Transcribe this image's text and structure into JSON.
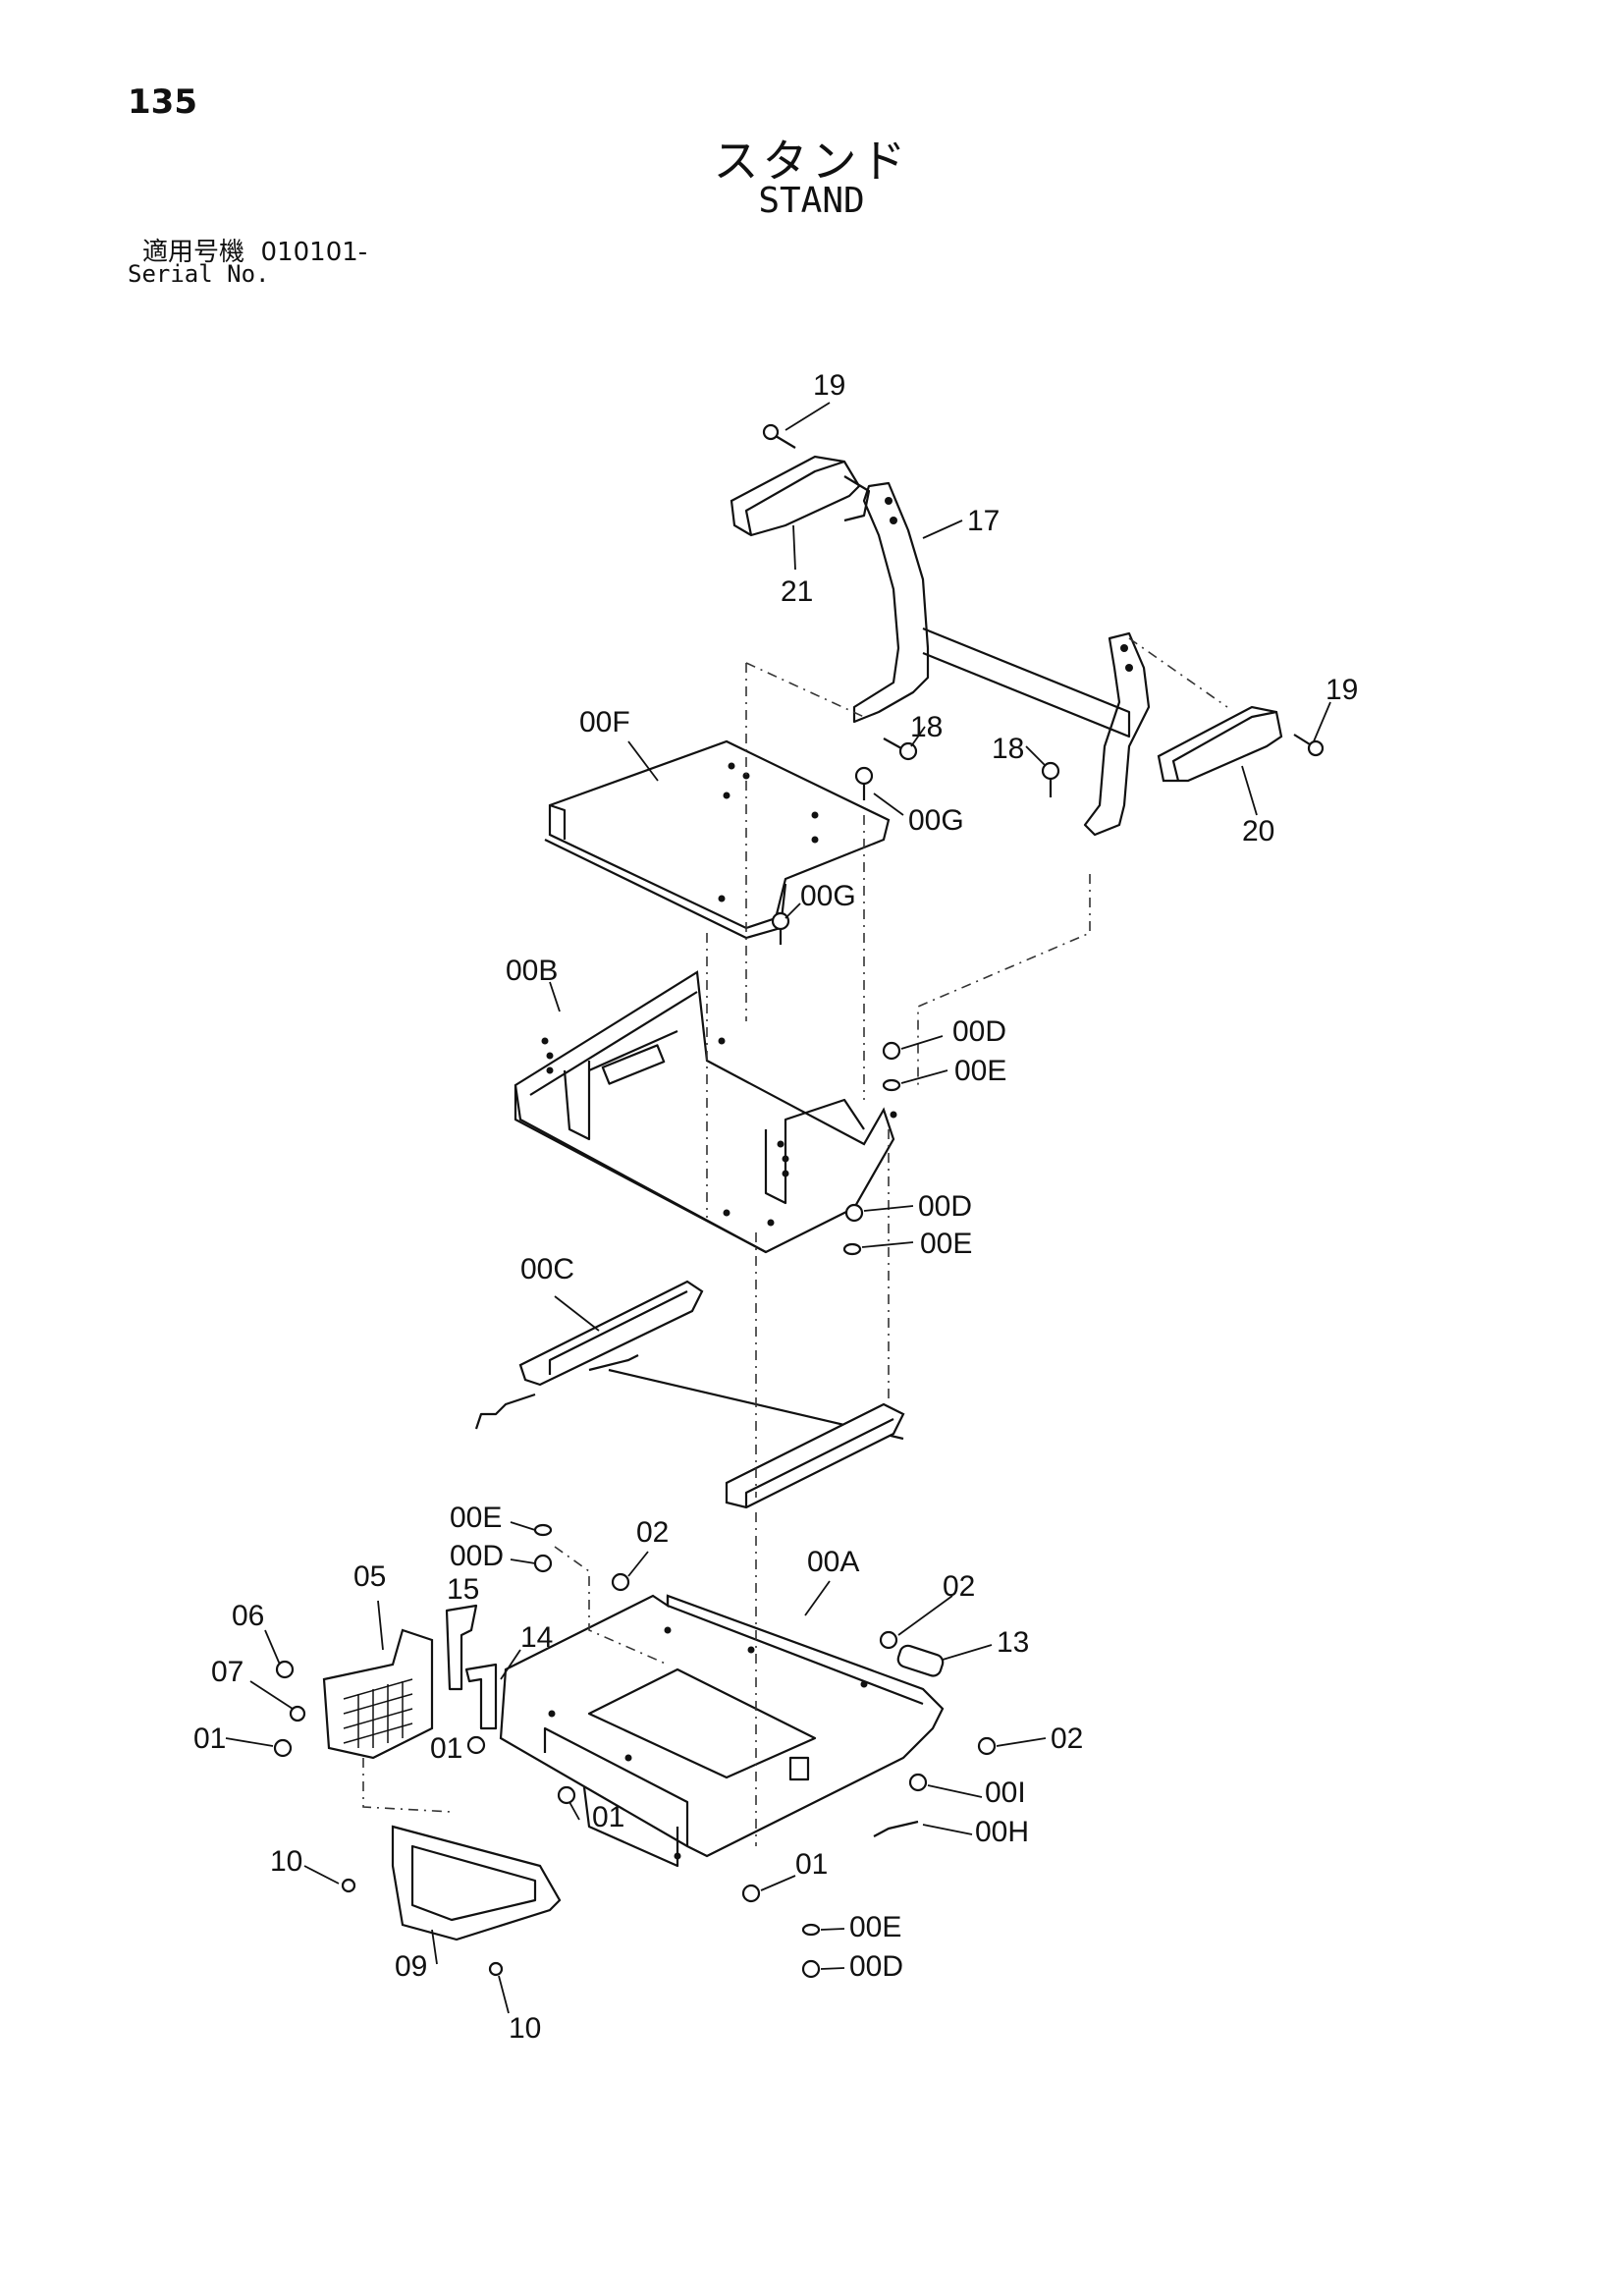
{
  "page_number": "135",
  "title_jp": "スタンド",
  "title_en": "STAND",
  "serial": {
    "label_jp": "適用号機",
    "value": "010101-",
    "label_en": "Serial No."
  },
  "callouts": {
    "c19a": "19",
    "c17": "17",
    "c21": "21",
    "c19b": "19",
    "c20": "20",
    "c18a": "18",
    "c18b": "18",
    "c00F": "00F",
    "c00Ga": "00G",
    "c00Gb": "00G",
    "c00B": "00B",
    "c00Da": "00D",
    "c00Ea": "00E",
    "c00Db": "00D",
    "c00Eb": "00E",
    "c00C": "00C",
    "c00Ec": "00E",
    "c00Dc": "00D",
    "c02a": "02",
    "c00A": "00A",
    "c02b": "02",
    "c13": "13",
    "c05": "05",
    "c15": "15",
    "c06": "06",
    "c14": "14",
    "c07": "07",
    "c01a": "01",
    "c01b": "01",
    "c01c": "01",
    "c02c": "02",
    "c00I": "00I",
    "c00H": "00H",
    "c10a": "10",
    "c01d": "01",
    "c00Ed": "00E",
    "c00Dd": "00D",
    "c09": "09",
    "c10b": "10"
  }
}
